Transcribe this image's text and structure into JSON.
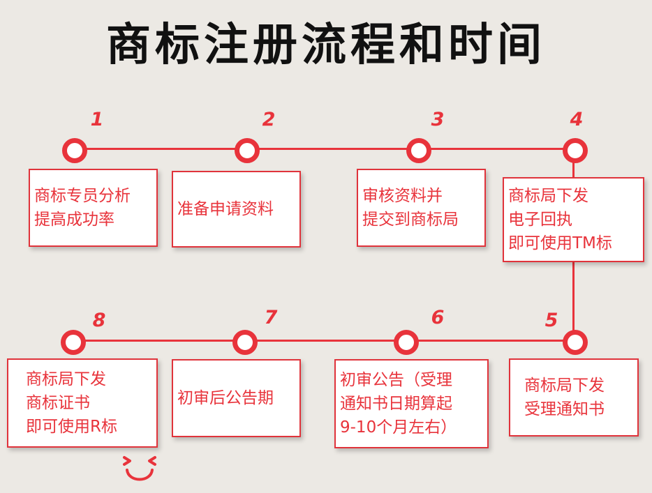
{
  "title": "商标注册流程和时间",
  "steps": [
    {
      "number": "1",
      "lines": [
        "商标专员分析",
        "提高成功率"
      ]
    },
    {
      "number": "2",
      "lines": [
        "准备申请资料"
      ]
    },
    {
      "number": "3",
      "lines": [
        "审核资料并",
        "提交到商标局"
      ]
    },
    {
      "number": "4",
      "lines": [
        "商标局下发",
        "电子回执",
        "即可使用TM标"
      ]
    },
    {
      "number": "5",
      "lines": [
        "商标局下发",
        "受理通知书"
      ]
    },
    {
      "number": "6",
      "lines": [
        "初审公告（受理",
        "通知书日期算起",
        "9-10个月左右）"
      ]
    },
    {
      "number": "7",
      "lines": [
        "初审后公告期"
      ]
    },
    {
      "number": "8",
      "lines": [
        "商标局下发",
        "商标证书",
        "即可使用R标"
      ]
    }
  ],
  "colors": {
    "accent": "#e8333b",
    "background": "#ece9e4"
  },
  "icons": [
    "smiley-icon"
  ]
}
